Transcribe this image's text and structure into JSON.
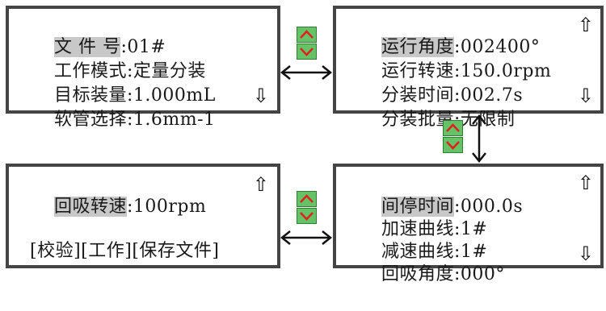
{
  "panel1": {
    "rows": [
      {
        "label": "文 件 号",
        "value": ":01#"
      },
      {
        "label": "工作模式",
        "value": ":定量分装"
      },
      {
        "label": "目标装量",
        "value": ":1.000mL"
      },
      {
        "label": "软管选择",
        "value": ":1.6mm-1"
      }
    ],
    "down_icon": "⇩"
  },
  "panel2": {
    "rows": [
      {
        "label": "运行角度",
        "value": ":002400°"
      },
      {
        "label": "运行转速",
        "value": ":150.0rpm"
      },
      {
        "label": "分装时间",
        "value": ":002.7s"
      },
      {
        "label": "分装批量",
        "value": ":无限制"
      }
    ],
    "up_icon": "⇧",
    "down_icon": "⇩"
  },
  "panel3": {
    "rows": [
      {
        "label": "间停时间",
        "value": ":000.0s"
      },
      {
        "label": "加速曲线",
        "value": ":1#"
      },
      {
        "label": "减速曲线",
        "value": ":1#"
      },
      {
        "label": "回吸角度",
        "value": ":000°"
      }
    ],
    "up_icon": "⇧",
    "down_icon": "⇩"
  },
  "panel4": {
    "rows": [
      {
        "label": "回吸转速",
        "value": ":100rpm"
      }
    ],
    "actions": "[校验][工作][保存文件]",
    "up_icon": "⇧"
  },
  "colors": {
    "border": "#444444",
    "highlight": "#c8c8c8",
    "nav_button": "#66c266",
    "nav_arrow": "#e02020"
  }
}
